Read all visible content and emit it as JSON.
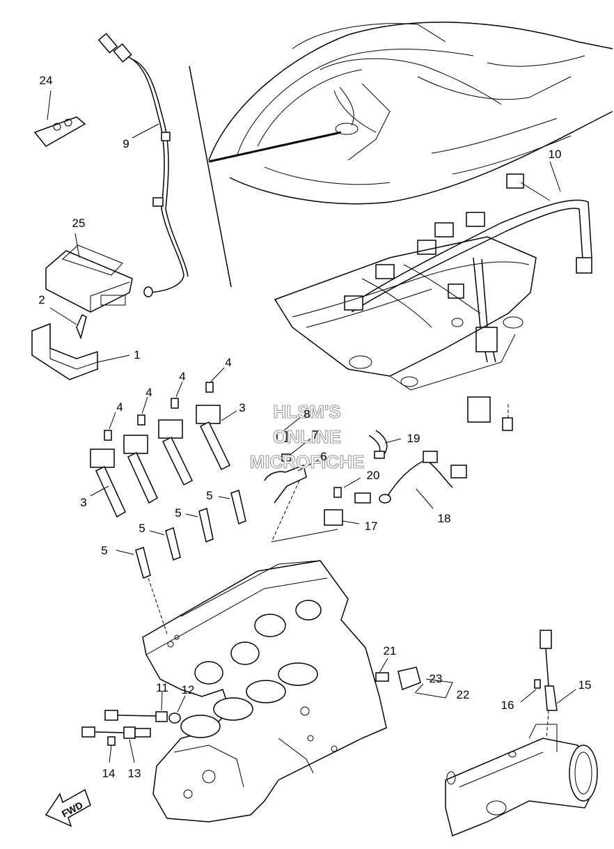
{
  "watermark": {
    "line1": "HLSM'S",
    "line2": "ONLINE",
    "line3": "MICROFICHE"
  },
  "direction_label": "FWD",
  "callouts": {
    "c1": "1",
    "c2": "2",
    "c3a": "3",
    "c3b": "3",
    "c4a": "4",
    "c4b": "4",
    "c4c": "4",
    "c4d": "4",
    "c5a": "5",
    "c5b": "5",
    "c5c": "5",
    "c5d": "5",
    "c6": "6",
    "c7": "7",
    "c8": "8",
    "c9": "9",
    "c10": "10",
    "c11": "11",
    "c12": "12",
    "c13": "13",
    "c14": "14",
    "c15": "15",
    "c16": "16",
    "c17": "17",
    "c18": "18",
    "c19": "19",
    "c20": "20",
    "c21": "21",
    "c22": "22",
    "c23": "23",
    "c24": "24",
    "c25": "25"
  }
}
